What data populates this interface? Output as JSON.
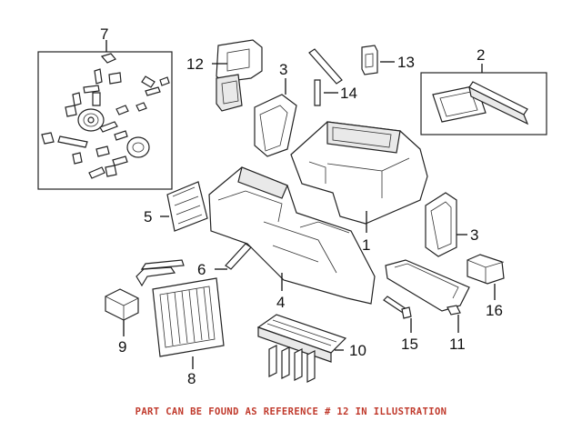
{
  "diagram": {
    "callouts": {
      "c1": "1",
      "c2": "2",
      "c3a": "3",
      "c3b": "3",
      "c4": "4",
      "c5": "5",
      "c6": "6",
      "c7": "7",
      "c8": "8",
      "c9": "9",
      "c10": "10",
      "c11": "11",
      "c12": "12",
      "c13": "13",
      "c14": "14",
      "c15": "15",
      "c16": "16"
    },
    "footer_note": "PART CAN BE FOUND AS REFERENCE # 12 IN ILLUSTRATION",
    "colors": {
      "ink": "#111111",
      "note": "#c0392b",
      "background": "#ffffff"
    }
  }
}
